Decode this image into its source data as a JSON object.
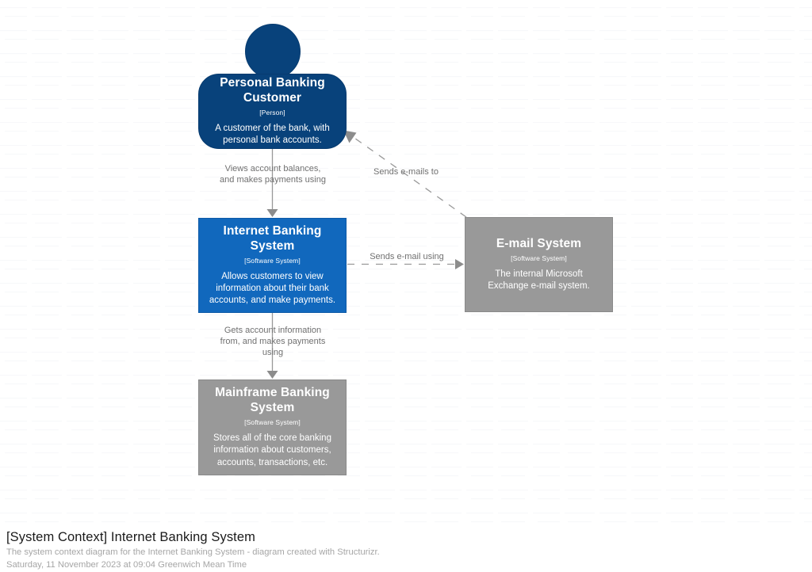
{
  "diagram": {
    "kind": "c4-system-context",
    "background_color": "#ffffff",
    "colors": {
      "person": "#08427b",
      "software_system_focus": "#1168bd",
      "software_system_external": "#999999",
      "relationship_line": "#999999",
      "relationship_text": "#707070",
      "node_text": "#ffffff"
    },
    "nodes": [
      {
        "id": "person",
        "shape": "person",
        "name": "Personal Banking Customer",
        "type": "[Person]",
        "description": "A customer of the bank, with personal bank accounts.",
        "color": "#08427b"
      },
      {
        "id": "internet-banking-system",
        "shape": "box",
        "name": "Internet Banking System",
        "type": "[Software System]",
        "description": "Allows customers to view information about their bank accounts, and make payments.",
        "color": "#1168bd"
      },
      {
        "id": "email-system",
        "shape": "box",
        "name": "E-mail System",
        "type": "[Software System]",
        "description": "The internal Microsoft Exchange e-mail system.",
        "color": "#999999"
      },
      {
        "id": "mainframe-banking-system",
        "shape": "box",
        "name": "Mainframe Banking System",
        "type": "[Software System]",
        "description": "Stores all of the core banking information about customers, accounts, transactions, etc.",
        "color": "#999999"
      }
    ],
    "relationships": [
      {
        "id": "person-to-internet-banking",
        "source": "person",
        "destination": "internet-banking-system",
        "label": "Views account balances, and makes payments using",
        "style": "solid"
      },
      {
        "id": "internet-banking-to-mainframe",
        "source": "internet-banking-system",
        "destination": "mainframe-banking-system",
        "label": "Gets account information from, and makes payments using",
        "style": "solid"
      },
      {
        "id": "internet-banking-to-email",
        "source": "internet-banking-system",
        "destination": "email-system",
        "label": "Sends e-mail using",
        "style": "dashed"
      },
      {
        "id": "email-to-person",
        "source": "email-system",
        "destination": "person",
        "label": "Sends e-mails to",
        "style": "dashed"
      }
    ]
  },
  "footer": {
    "title": "[System Context] Internet Banking System",
    "description": "The system context diagram for the Internet Banking System - diagram created with Structurizr.",
    "timestamp": "Saturday, 11 November 2023 at 09:04 Greenwich Mean Time"
  }
}
